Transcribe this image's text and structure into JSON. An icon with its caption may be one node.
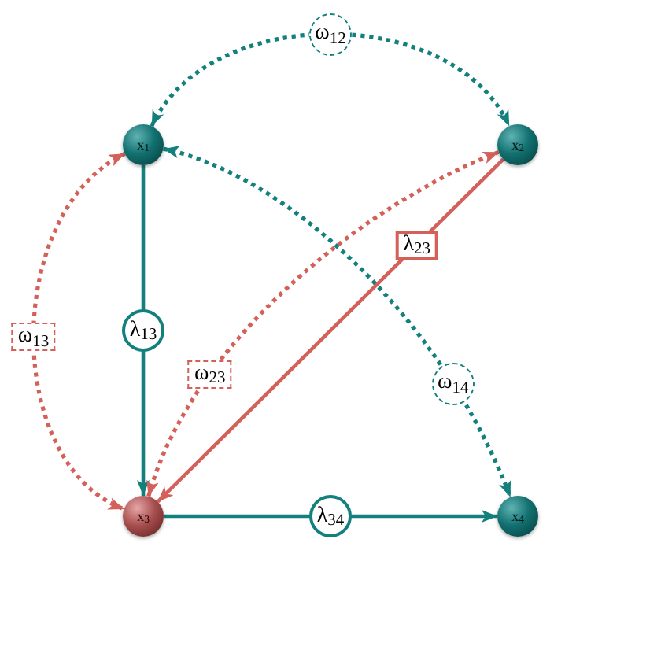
{
  "diagram": {
    "nodes": [
      {
        "text": [
          "x$_{1}$"
        ]
      },
      {
        "text": [
          "x$_{2}$"
        ]
      },
      {
        "text": [
          "x$_{3}$"
        ]
      },
      {
        "text": [
          "x$_{4}$"
        ]
      }
    ],
    "edges": [
      {
        "from": 0,
        "to": 1,
        "arrow": "both",
        "label": "ω$_{12}$",
        "style": "dashed"
      },
      {
        "from": 0,
        "to": 2,
        "arrow": "to",
        "label": "λ$_{13}$"
      },
      {
        "from": 0,
        "to": 2,
        "arrow": "both",
        "label": "ω$_{13}$",
        "style": "dashed",
        "color": "#d4605a"
      },
      {
        "from": 1,
        "to": 2,
        "arrow": "both",
        "label": "ω$_{23}$",
        "style": "dashed",
        "color": "#d4605a"
      },
      {
        "from": 1,
        "to": 2,
        "arrow": "to",
        "label": "λ$_{23}$",
        "color": "#d4605a"
      },
      {
        "from": 0,
        "to": 3,
        "arrow": "both",
        "label": "ω$_{14}$",
        "style": "dashed"
      },
      {
        "from": 2,
        "to": 3,
        "arrow": "to",
        "label": "λ$_{34}$"
      }
    ]
  }
}
